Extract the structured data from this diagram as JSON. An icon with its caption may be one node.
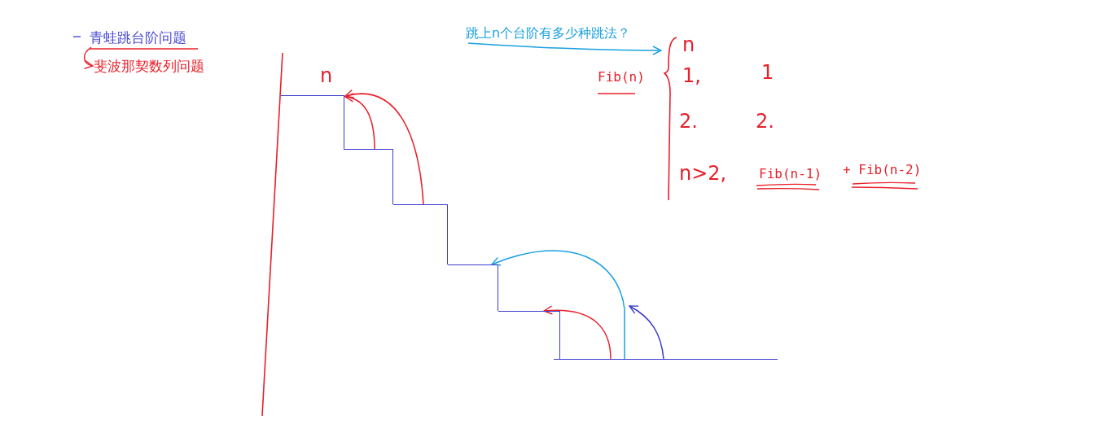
{
  "diagram": {
    "nodes": [
      {
        "text": [
          "青蛙跳台阶问题"
        ]
      },
      {
        "text": [
          "斐波那契数列问题"
        ]
      },
      {
        "text": [
          "跳上n个台阶有多少种跳法？"
        ]
      },
      {
        "text": [],
        "shape": "brace"
      },
      {
        "text": [],
        "shape": "step",
        "beside": [
          "n"
        ]
      },
      {
        "text": [],
        "shape": "step"
      },
      {
        "text": [],
        "shape": "step"
      },
      {
        "text": [],
        "shape": "step"
      },
      {
        "text": [],
        "shape": "step"
      },
      {
        "text": [],
        "shape": "line"
      }
    ],
    "edges": [
      {
        "from": 0,
        "to": 1,
        "arrow": "to"
      },
      {
        "from": 2,
        "to": 3,
        "arrow": "to",
        "color": "#1aa0e0"
      },
      {
        "from": 5,
        "to": 4,
        "arrow": "to"
      },
      {
        "from": 6,
        "to": 4,
        "arrow": "to"
      },
      {
        "from": 9,
        "to": 7,
        "arrow": "to",
        "color": "#1aa0e0"
      },
      {
        "from": 9,
        "to": 8,
        "arrow": "to"
      },
      {
        "from": 9,
        "to": null,
        "arrow": "to",
        "color": "#3b3bd0"
      }
    ],
    "labels": [
      "n",
      "Fib(n)",
      "1,",
      "1",
      "2.",
      "2.",
      "n>2,",
      "Fib(n-1)",
      "+ Fib(n-2)"
    ]
  }
}
